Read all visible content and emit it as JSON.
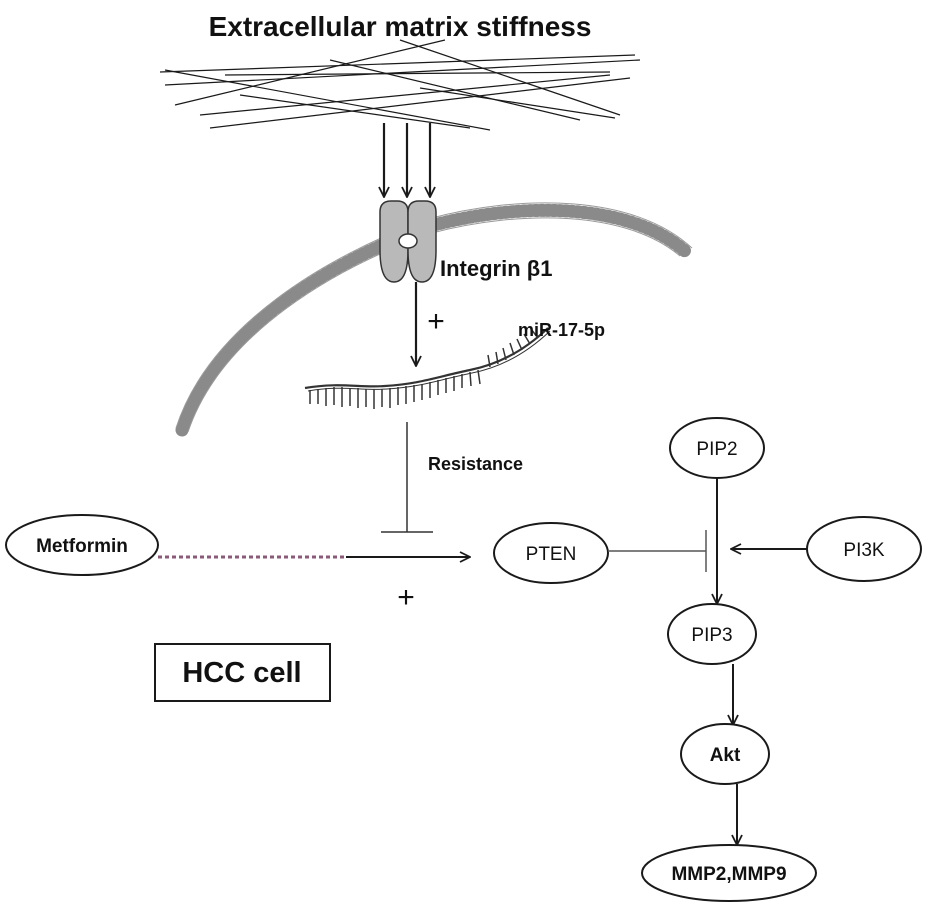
{
  "title": "Extracellular matrix stiffness",
  "labels": {
    "integrin": "Integrin β1",
    "mirna": "miR-17-5p",
    "plus_integrin": "+",
    "resistance": "Resistance",
    "plus_metformin": "+",
    "hcc_cell": "HCC cell"
  },
  "nodes": {
    "metformin": "Metformin",
    "pten": "PTEN",
    "pip2": "PIP2",
    "pi3k": "PI3K",
    "pip3": "PIP3",
    "akt": "Akt",
    "mmp": "MMP2,MMP9"
  },
  "colors": {
    "line": "#1a1a1a",
    "receptor_fill": "#b9b9b9",
    "membrane": "#8a8a8a",
    "dotted_link": "#8a5a78"
  }
}
